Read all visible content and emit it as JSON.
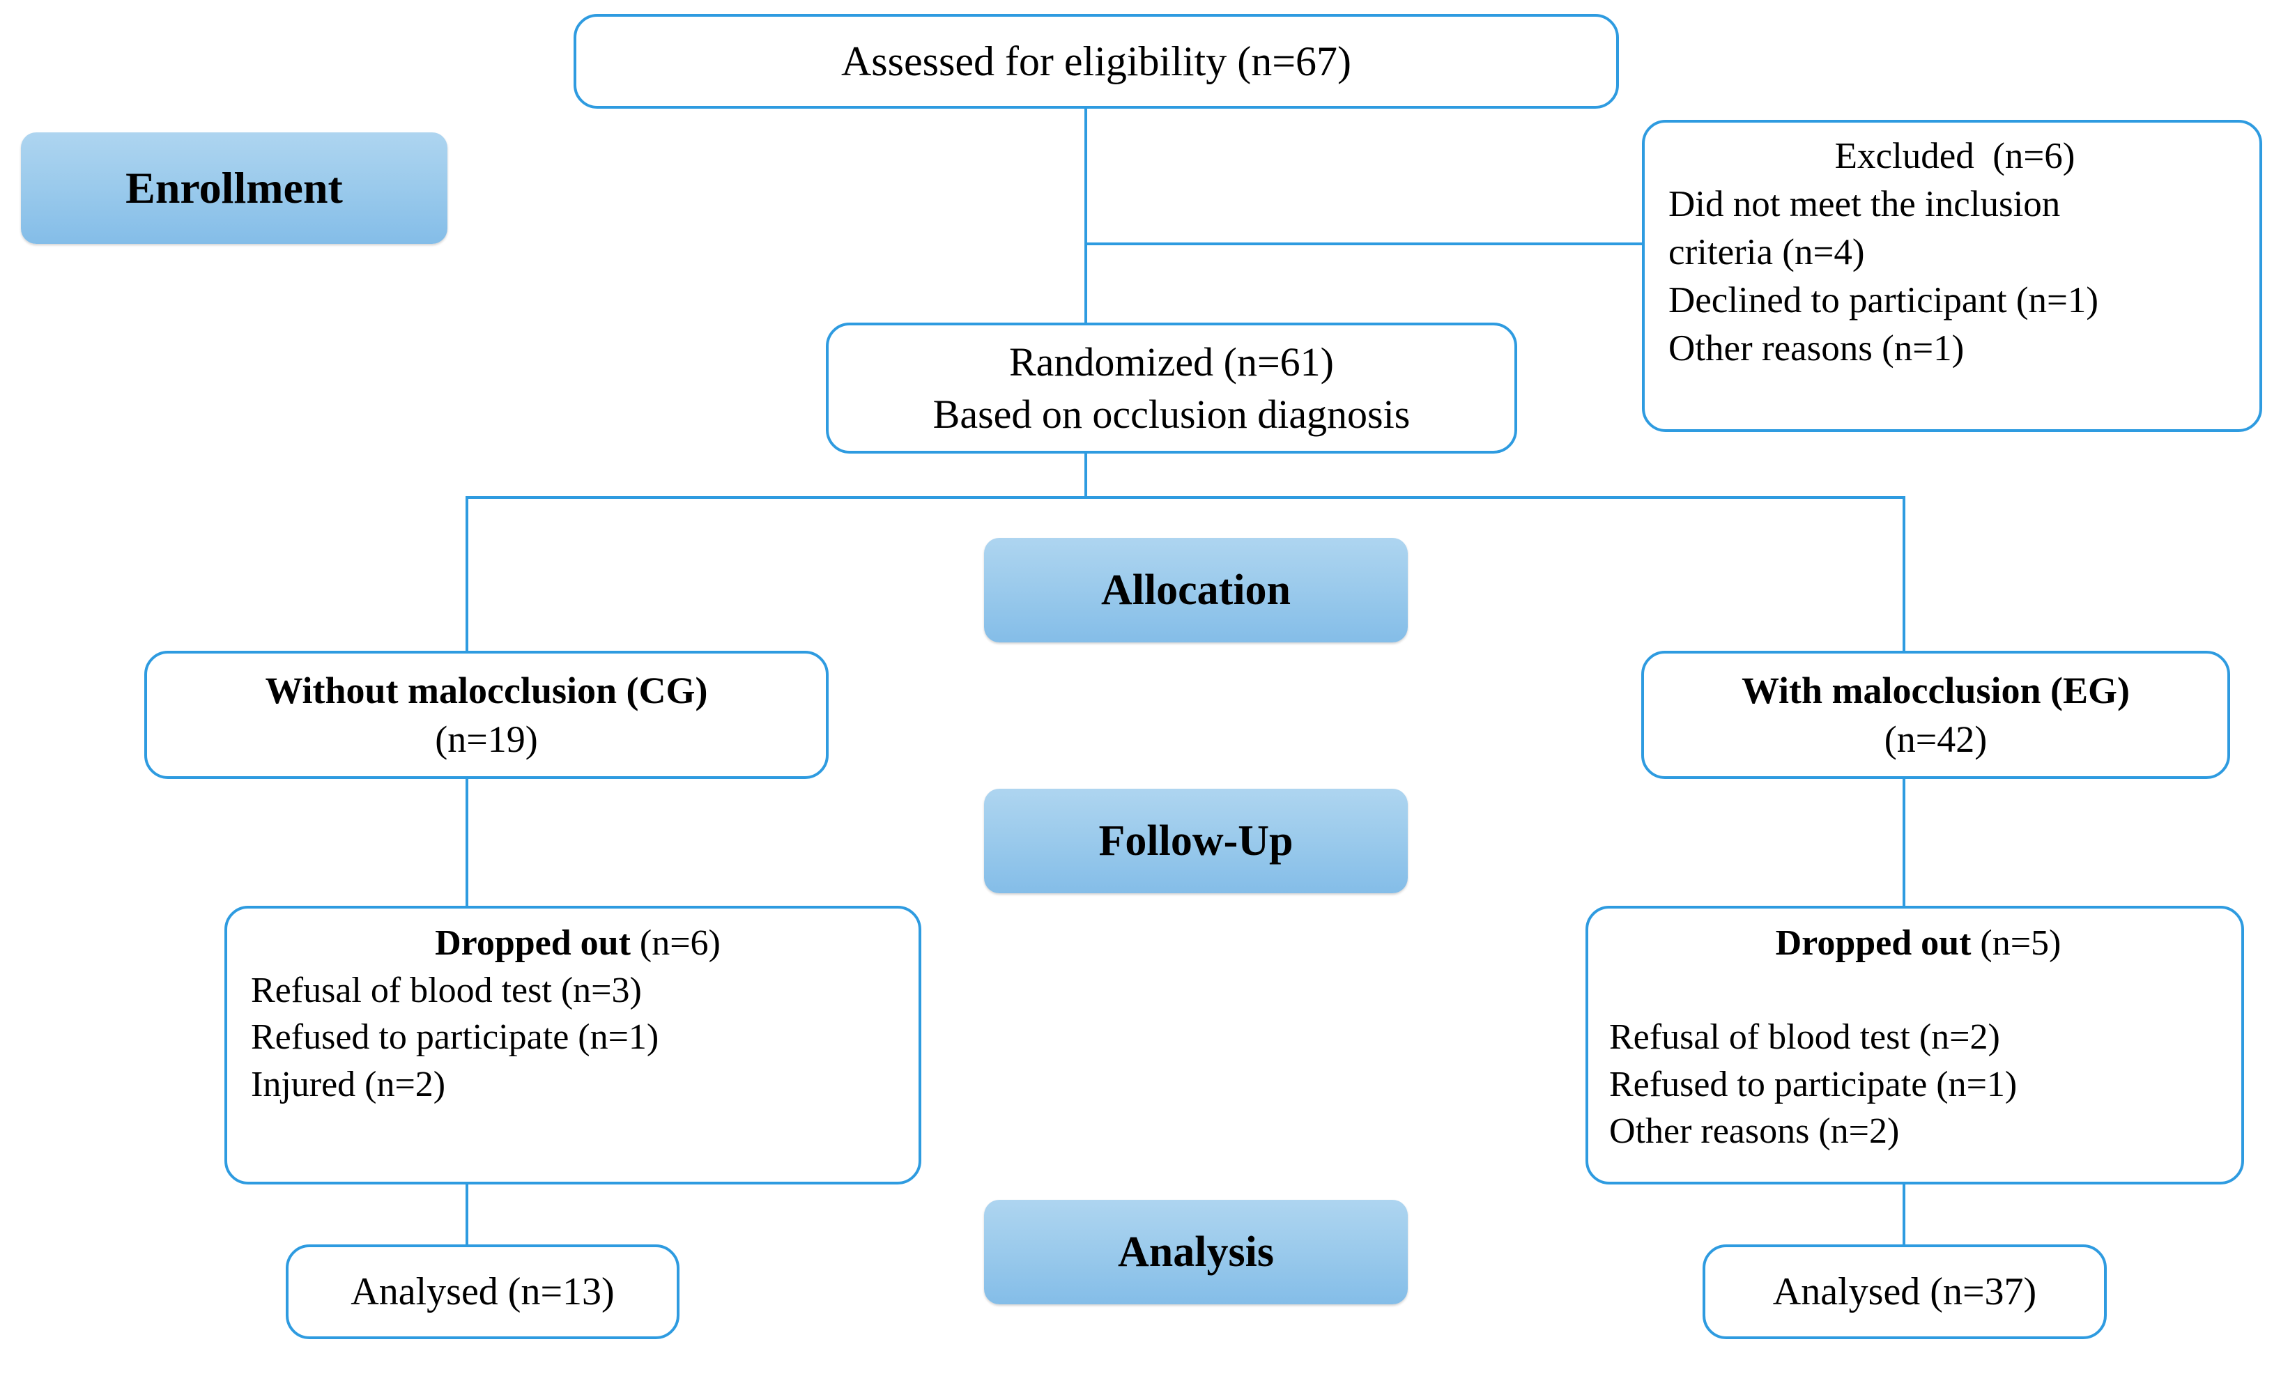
{
  "diagram": {
    "title": "CONSORT participant flow diagram",
    "accent_color": "#2E9BE0",
    "banner_color": "#9ccbec"
  },
  "banners": {
    "enrollment": "Enrollment",
    "allocation": "Allocation",
    "followup": "Follow-Up",
    "analysis": "Analysis"
  },
  "boxes": {
    "assessed": {
      "line1": "Assessed for eligibility (n=67)"
    },
    "excluded": {
      "title": "Excluded  (n=6)",
      "reasons": [
        "Did not meet the inclusion",
        "criteria (n=4)",
        "Declined to participant (n=1)",
        "Other reasons (n=1)"
      ]
    },
    "randomized": {
      "line1": "Randomized (n=61)",
      "line2": "Based on occlusion diagnosis"
    },
    "group_control": {
      "line1": "Without malocclusion (CG)",
      "line2": "(n=19)"
    },
    "group_experimental": {
      "line1": "With malocclusion (EG)",
      "line2": "(n=42)"
    },
    "dropout_control": {
      "title_bold": "Dropped out",
      "title_count": " (n=6)",
      "reasons": [
        "Refusal of blood test (n=3)",
        "Refused to participate (n=1)",
        "Injured (n=2)"
      ]
    },
    "dropout_experimental": {
      "title_bold": "Dropped out",
      "title_count": " (n=5)",
      "reasons": [
        "Refusal of blood test (n=2)",
        "Refused to participate (n=1)",
        "Other reasons (n=2)"
      ]
    },
    "analysed_control": {
      "line1": "Analysed (n=13)"
    },
    "analysed_experimental": {
      "line1": "Analysed (n=37)"
    }
  }
}
